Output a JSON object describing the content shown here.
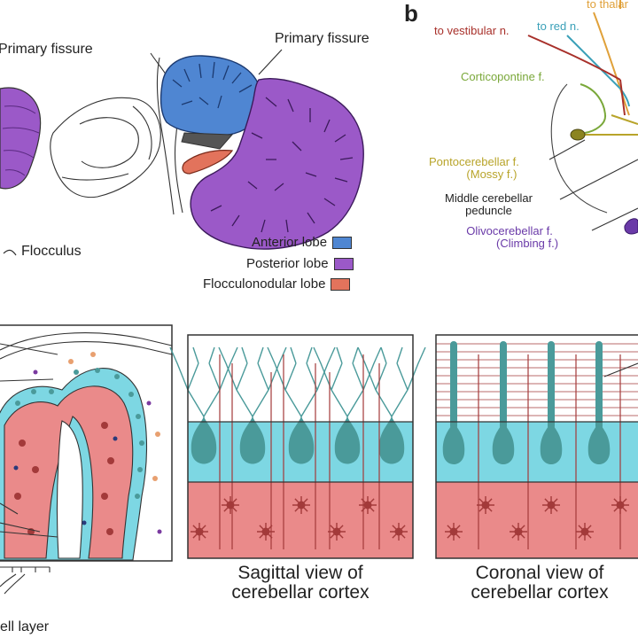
{
  "panel_letter": "b",
  "panel_a": {
    "left_fissure_label": "Primary fissure",
    "right_fissure_label": "Primary fissure",
    "flocculus_label": "Flocculus"
  },
  "legend": [
    {
      "label": "Anterior lobe",
      "color": "#4f86d2"
    },
    {
      "label": "Posterior lobe",
      "color": "#9b59c8"
    },
    {
      "label": "Flocculonodular lobe",
      "color": "#e2735c"
    }
  ],
  "panel_b": {
    "to_thalamus": "to thalar",
    "to_red_n": "to red n.",
    "to_vestibular_n": "to vestibular n.",
    "corticopontine": "Corticopontine f.",
    "pontocerebellar": [
      "Pontocerebellar f.",
      "(Mossy f.)"
    ],
    "middle_peduncle": [
      "Middle cerebellar",
      "peduncle"
    ],
    "olivocerebellar": [
      "Olivocerebellar f.",
      "(Climbing f.)"
    ],
    "colors": {
      "thalamus": "#e0a13a",
      "red_n": "#3aa0b8",
      "vestibular": "#a8302a",
      "corticopontine": "#7aa83a",
      "pontocerebellar": "#b8a42a",
      "olivocerebellar": "#6a3aa8"
    }
  },
  "panel_c": {
    "layer_label": "ell layer"
  },
  "sagittal_caption": [
    "Sagittal view of",
    "cerebellar cortex"
  ],
  "coronal_caption": [
    "Coronal view of",
    "cerebellar cortex"
  ],
  "layer_colors": {
    "molecular": "#ffffff",
    "purkinje": "#7dd7e3",
    "granular": "#ea8a8a",
    "cell": "#4a9a9a",
    "fiber": "#a33a3a"
  }
}
